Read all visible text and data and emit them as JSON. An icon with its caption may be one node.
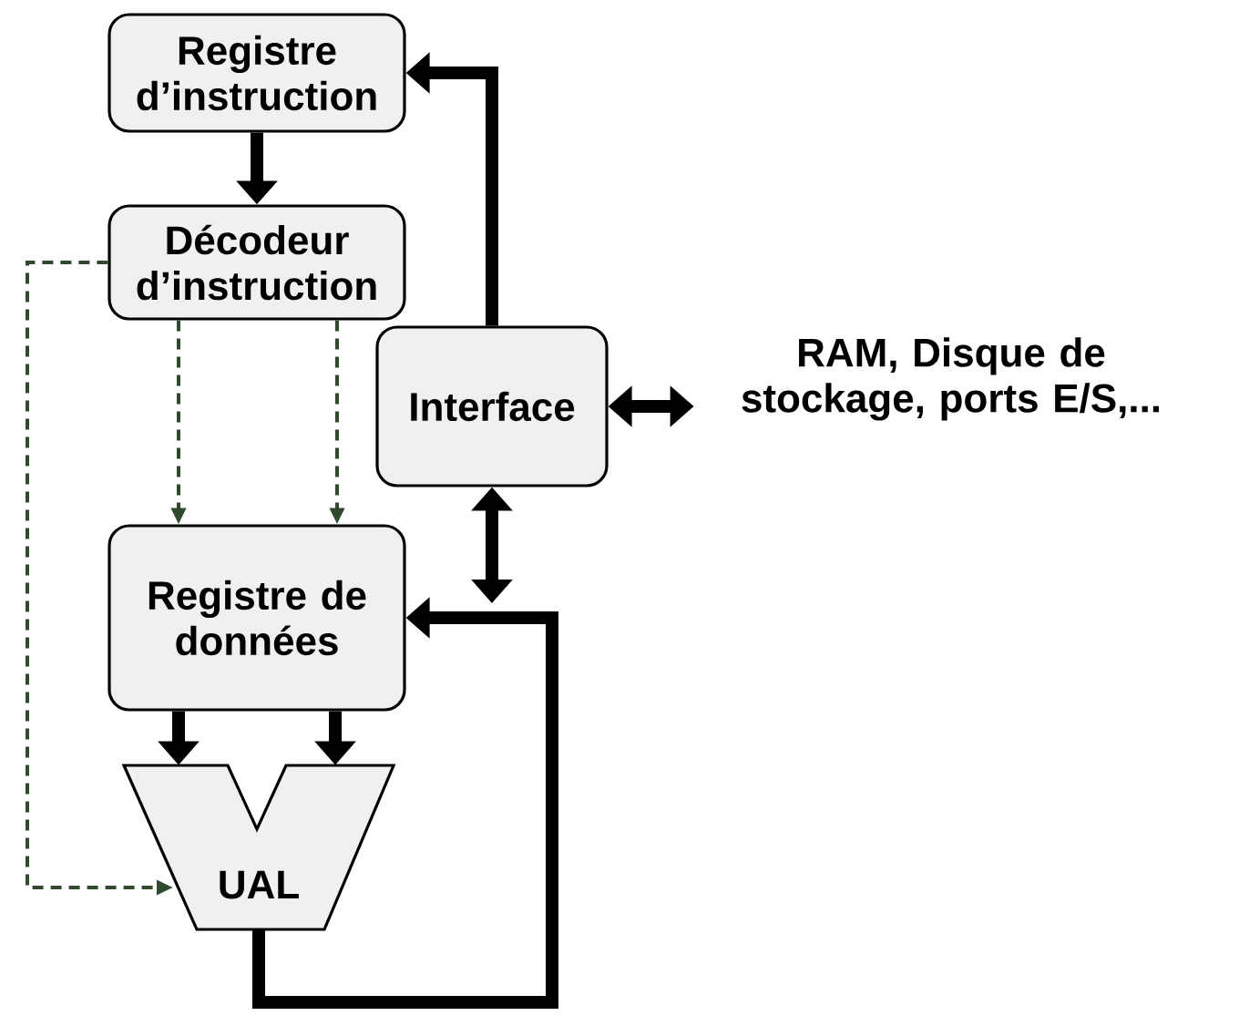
{
  "diagram": {
    "nodes": [
      {
        "text": [
          "Registre d’instruction"
        ]
      },
      {
        "text": [
          "Décodeur d’instruction"
        ]
      },
      {
        "text": [
          "Interface"
        ]
      },
      {
        "text": [
          "RAM, Disque de stockage, ports E/S,..."
        ]
      },
      {
        "text": [
          "Registre de données"
        ]
      },
      {
        "text": [
          "UAL"
        ]
      }
    ],
    "edges": [
      {
        "from": 0,
        "to": 1,
        "arrow": "to"
      },
      {
        "from": 2,
        "to": 0,
        "arrow": "to"
      },
      {
        "from": 2,
        "to": 3,
        "arrow": "both"
      },
      {
        "from": 2,
        "to": null,
        "arrow": "both"
      },
      {
        "from": 5,
        "to": 4,
        "arrow": "to"
      },
      {
        "from": 4,
        "to": 5,
        "arrow": "to"
      },
      {
        "from": 4,
        "to": 5,
        "arrow": "to"
      },
      {
        "from": 1,
        "to": 4,
        "arrow": "to",
        "style": "dashed",
        "color": "#2f4a2f"
      },
      {
        "from": 1,
        "to": 4,
        "arrow": "to",
        "style": "dashed",
        "color": "#2f4a2f"
      },
      {
        "from": 1,
        "to": 5,
        "arrow": "to",
        "style": "dashed",
        "color": "#2f4a2f"
      }
    ]
  }
}
